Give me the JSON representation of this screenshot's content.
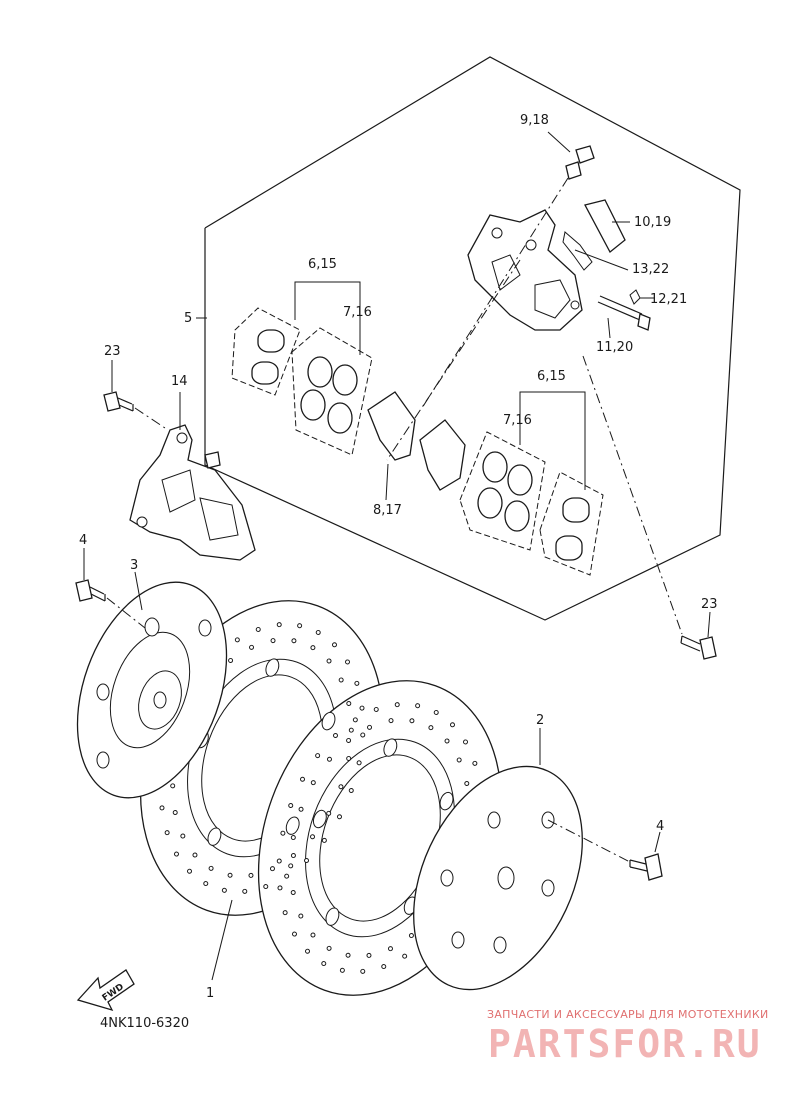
{
  "diagram": {
    "callouts": {
      "c_9_18": "9,18",
      "c_10_19": "10,19",
      "c_13_22": "13,22",
      "c_12_21": "12,21",
      "c_11_20": "11,20",
      "c_6_15_left": "6,15",
      "c_7_16_left": "7,16",
      "c_5": "5",
      "c_23_top": "23",
      "c_14": "14",
      "c_6_15_right": "6,15",
      "c_7_16_right": "7,16",
      "c_8_17": "8,17",
      "c_4_left": "4",
      "c_3": "3",
      "c_23_right": "23",
      "c_2": "2",
      "c_4_right": "4",
      "c_1": "1"
    },
    "fwd_label": "FWD",
    "diagram_code": "4NK110-6320"
  },
  "watermark": {
    "tagline": "ЗАПЧАСТИ И АКСЕССУАРЫ ДЛЯ МОТОТЕХНИКИ",
    "logo": "PARTSFOR.RU",
    "color": "#e07070"
  }
}
